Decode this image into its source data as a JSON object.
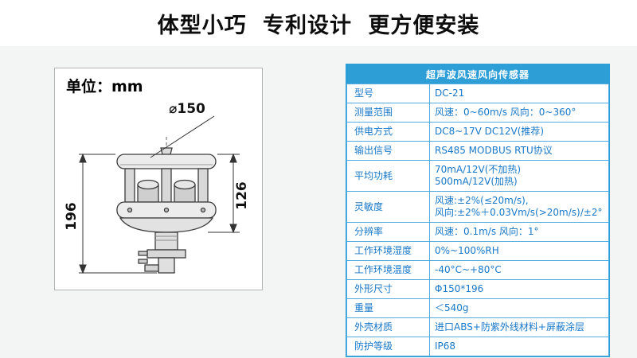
{
  "title": "体型小巧 专利设计 更方便安装",
  "drawing": {
    "unit_label": "单位：mm",
    "dim_diameter": "⌀150",
    "dim_body_height": "126",
    "dim_total_height": "196"
  },
  "table": {
    "header": "超声波风速风向传感器",
    "rows": [
      {
        "label": "型号",
        "value": "DC-21"
      },
      {
        "label": "测量范围",
        "value": "风速：0~60m/s  风向：0~360°"
      },
      {
        "label": "供电方式",
        "value": "DC8~17V  DC12V(推荐)"
      },
      {
        "label": "输出信号",
        "value": "RS485  MODBUS RTU协议"
      },
      {
        "label": "平均功耗",
        "value": "70mA/12V(不加热)\n500mA/12V(加热)"
      },
      {
        "label": "灵敏度",
        "value": "风速:±2%(≤20m/s),\n风向:±2%＋0.03Vm/s(>20m/s)/±2°"
      },
      {
        "label": "分辨率",
        "value": "风速：0.1m/s  风向：1°"
      },
      {
        "label": "工作环境湿度",
        "value": "0%~100%RH"
      },
      {
        "label": "工作环境温度",
        "value": "-40°C~+80°C"
      },
      {
        "label": "外形尺寸",
        "value": "Φ150*196"
      },
      {
        "label": "重量",
        "value": "＜540g"
      },
      {
        "label": "外壳材质",
        "value": "进口ABS+防紫外线材料+屏蔽涂层"
      },
      {
        "label": "防护等级",
        "value": "IP68"
      }
    ]
  },
  "colors": {
    "header_bg": "#2e9ed7",
    "table_border": "#55aadf",
    "table_text": "#1878c8",
    "lower_bg": "#f3f4f4"
  }
}
